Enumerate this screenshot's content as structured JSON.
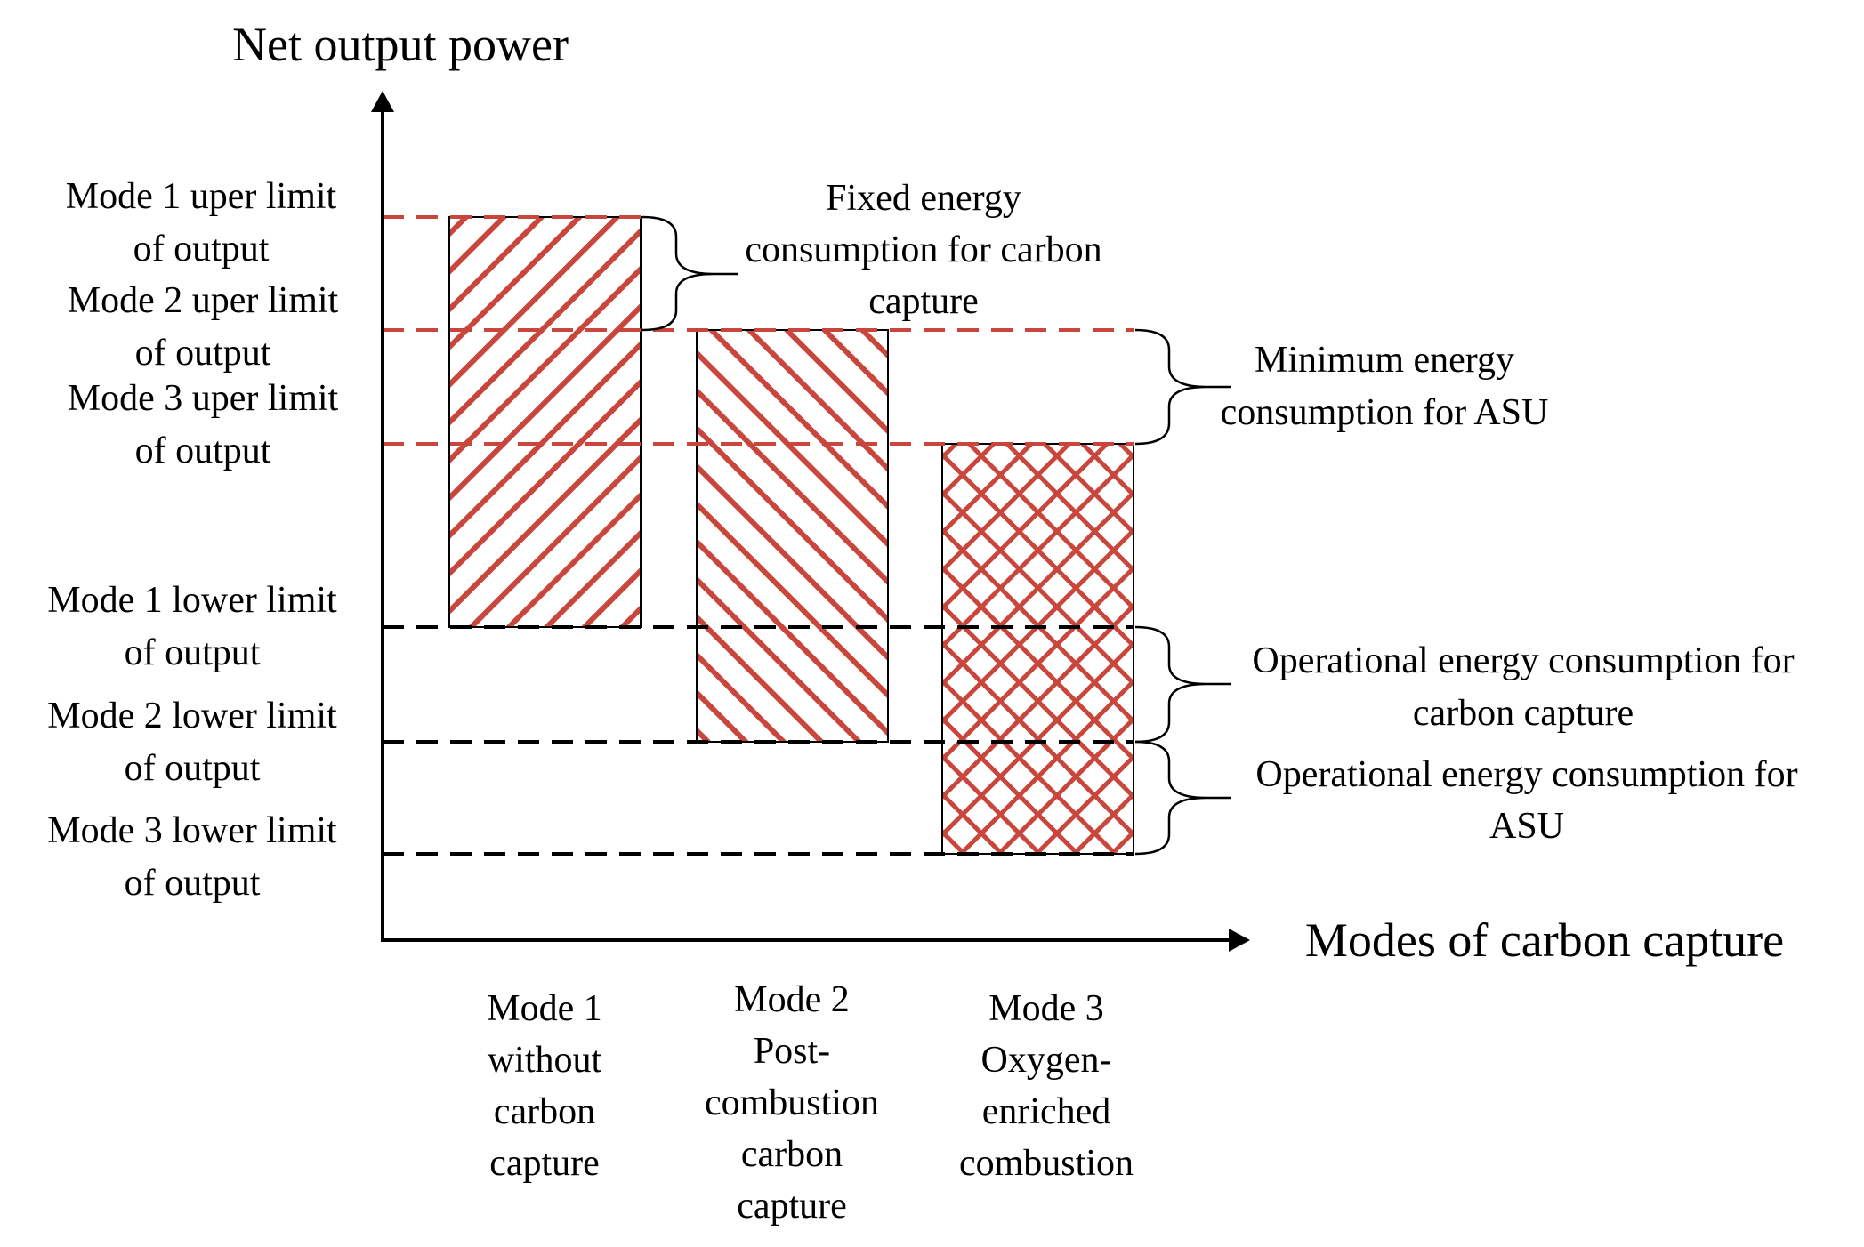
{
  "diagram": {
    "y_axis_title": "Net output power",
    "x_axis_title": "Modes of carbon capture",
    "level_labels": {
      "mode1_upper": [
        "Mode 1 uper limit",
        "of output"
      ],
      "mode2_upper": [
        "Mode 2 uper limit",
        "of output"
      ],
      "mode3_upper": [
        "Mode 3 uper limit",
        "of output"
      ],
      "mode1_lower": [
        "Mode 1 lower limit",
        "of output"
      ],
      "mode2_lower": [
        "Mode 2 lower limit",
        "of output"
      ],
      "mode3_lower": [
        "Mode 3 lower limit",
        "of output"
      ]
    },
    "modes": [
      {
        "name": "mode-1",
        "lines": [
          "Mode 1",
          "without",
          "carbon",
          "capture"
        ],
        "pattern": "diagonal-up"
      },
      {
        "name": "mode-2",
        "lines": [
          "Mode 2",
          "Post-",
          "combustion",
          "carbon",
          "capture"
        ],
        "pattern": "diagonal-down"
      },
      {
        "name": "mode-3",
        "lines": [
          "Mode 3",
          "Oxygen-",
          "enriched",
          "combustion"
        ],
        "pattern": "crosshatch"
      }
    ],
    "annotations": {
      "fixed_capture": [
        "Fixed energy",
        "consumption for carbon",
        "capture"
      ],
      "min_asu": [
        "Minimum energy",
        "consumption for ASU"
      ],
      "op_capture": [
        "Operational energy consumption for",
        "carbon capture"
      ],
      "op_asu": [
        "Operational energy consumption for",
        "ASU"
      ]
    },
    "colors": {
      "hatch": "#c8463c",
      "upper_dash": "#c8463c",
      "lower_dash": "#000000",
      "axis": "#000000"
    }
  }
}
